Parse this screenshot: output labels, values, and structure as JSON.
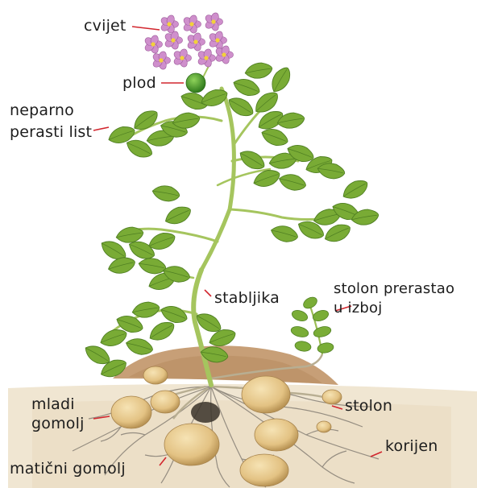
{
  "labels": {
    "flower": "cvijet",
    "fruit": "plod",
    "leaf": "neparno\nperasti list",
    "stem": "stabljika",
    "stolon_shoot": "stolon prerastao\nu izboj",
    "young_tubers": "mladi\ngomolj",
    "stolon": "stolon",
    "roots": "korijen",
    "mother_tuber": "matični gomolj"
  },
  "colors": {
    "leader_line": "#d2262e",
    "leaf": "#79ab35",
    "leaf_dark": "#4f7f22",
    "stem": "#a7c760",
    "flower": "#cf8fcc",
    "flower_center": "#f2d13a",
    "fruit": "#4f9a2a",
    "soil": "#eee3cc",
    "mound": "#c9a27a",
    "tuber": "#e6c98d",
    "root": "#8a8479"
  }
}
